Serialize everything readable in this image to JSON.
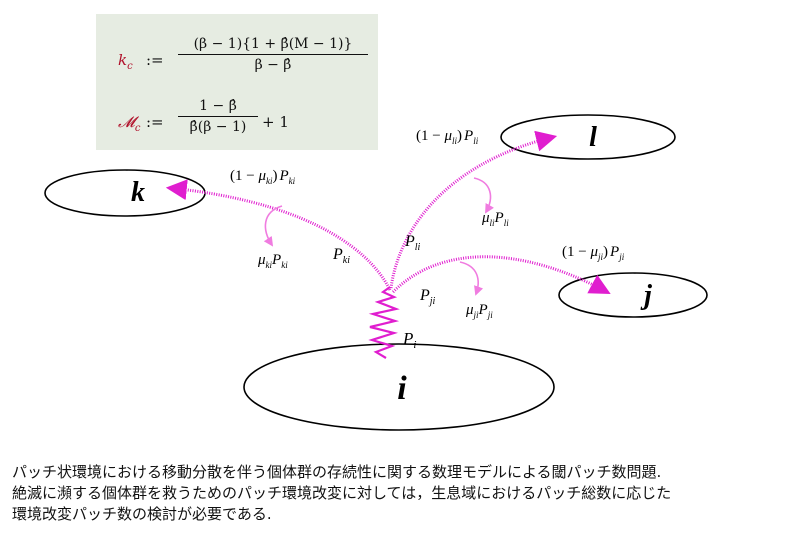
{
  "formula": {
    "kc_symbol": "k",
    "kc_sub": "c",
    "kc_assign": ":=",
    "kc_numerator": "(β − 1){1 + β̂(M − 1)}",
    "kc_denominator": "β − β̂",
    "mc_symbol": "𝓜",
    "mc_sub": "c",
    "mc_assign": ":=",
    "mc_numerator": "1 − β̂",
    "mc_denominator": "β̂(β − 1)",
    "mc_plus": "+ 1"
  },
  "patches": {
    "i": "i",
    "j": "j",
    "k": "k",
    "l": "l"
  },
  "labels": {
    "Pi": {
      "main": "P",
      "sub": "i"
    },
    "Pki": {
      "main": "P",
      "sub": "ki"
    },
    "Pli": {
      "main": "P",
      "sub": "li"
    },
    "Pji": {
      "main": "P",
      "sub": "ji"
    },
    "one_minus_mu_ki": {
      "pre": "(1 − ",
      "mu": "μ",
      "musub": "ki",
      "mid": ")",
      "main": "P",
      "sub": "ki"
    },
    "one_minus_mu_li": {
      "pre": "(1 − ",
      "mu": "μ",
      "musub": "li",
      "mid": ")",
      "main": "P",
      "sub": "li"
    },
    "one_minus_mu_ji": {
      "pre": "(1 − ",
      "mu": "μ",
      "musub": "ji",
      "mid": ")",
      "main": "P",
      "sub": "ji"
    },
    "mu_ki_P_ki": {
      "mu": "μ",
      "musub": "ki",
      "main": "P",
      "sub": "ki"
    },
    "mu_li_P_li": {
      "mu": "μ",
      "musub": "li",
      "main": "P",
      "sub": "li"
    },
    "mu_ji_P_ji": {
      "mu": "μ",
      "musub": "ji",
      "main": "P",
      "sub": "ji"
    }
  },
  "colors": {
    "dispersal": "#e01ecf",
    "loss": "#f07ce0",
    "formula_bg": "#e6ece2",
    "formula_symbol": "#b0102a"
  },
  "caption": {
    "line1": "パッチ状環境における移動分散を伴う個体群の存続性に関する数理モデルによる閾パッチ数問題.",
    "line2": "絶滅に瀕する個体群を救うためのパッチ環境改変に対しては，生息域におけるパッチ総数に応じた",
    "line3": "環境改変パッチ数の検討が必要である."
  }
}
